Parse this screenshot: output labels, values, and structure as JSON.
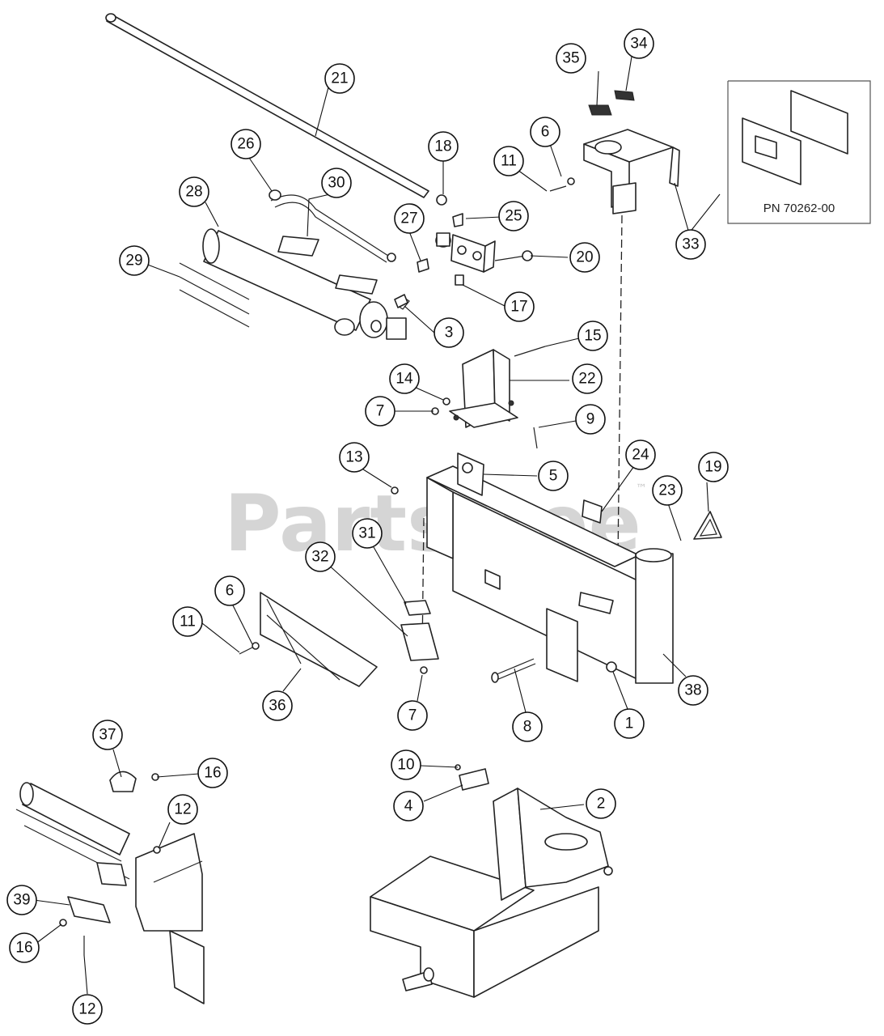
{
  "watermark": {
    "text": "PartsTree",
    "tm": "™"
  },
  "inset": {
    "part_number": "PN 70262-00"
  },
  "callouts": [
    "21",
    "35",
    "34",
    "26",
    "30",
    "28",
    "18",
    "6",
    "11",
    "27",
    "25",
    "20",
    "29",
    "17",
    "3",
    "15",
    "14",
    "22",
    "7",
    "9",
    "13",
    "24",
    "19",
    "5",
    "23",
    "31",
    "32",
    "6",
    "11",
    "36",
    "7",
    "8",
    "1",
    "38",
    "37",
    "16",
    "12",
    "10",
    "2",
    "4",
    "39",
    "16",
    "12"
  ],
  "colors": {
    "line": "#222222",
    "callout_fill": "#ffffff",
    "watermark": "#c8c8c8"
  },
  "icons": {
    "callout": "circle-callout",
    "warning": "triangle-warning-decal"
  }
}
